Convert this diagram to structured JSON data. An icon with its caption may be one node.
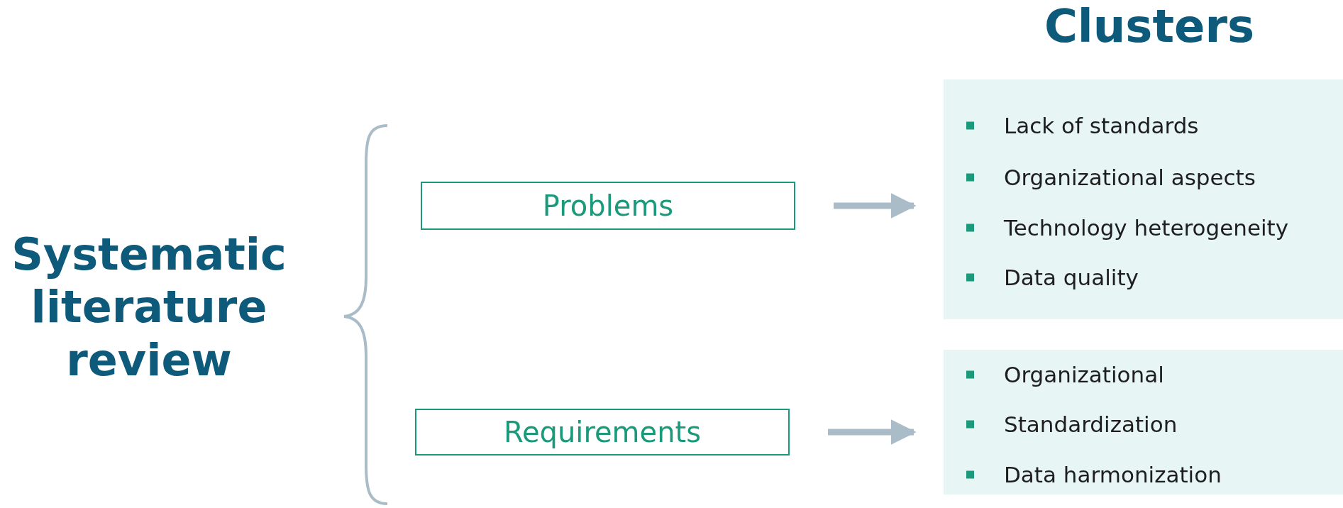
{
  "diagram": {
    "title": "Clusters",
    "nodes": [
      {
        "text": [
          "Problems"
        ]
      },
      {
        "text": [
          "Requirements"
        ]
      },
      {
        "text": [
          "Lack of standards",
          "Organizational aspects",
          "Technology heterogeneity",
          "Data quality"
        ]
      },
      {
        "text": [
          "Organizational",
          "Standardization",
          "Data harmonization"
        ]
      }
    ],
    "edges": [
      {
        "from": 0,
        "to": 2,
        "arrow": "to"
      },
      {
        "from": 1,
        "to": 3,
        "arrow": "to"
      }
    ],
    "labels": [
      "Systematic literature review"
    ]
  }
}
